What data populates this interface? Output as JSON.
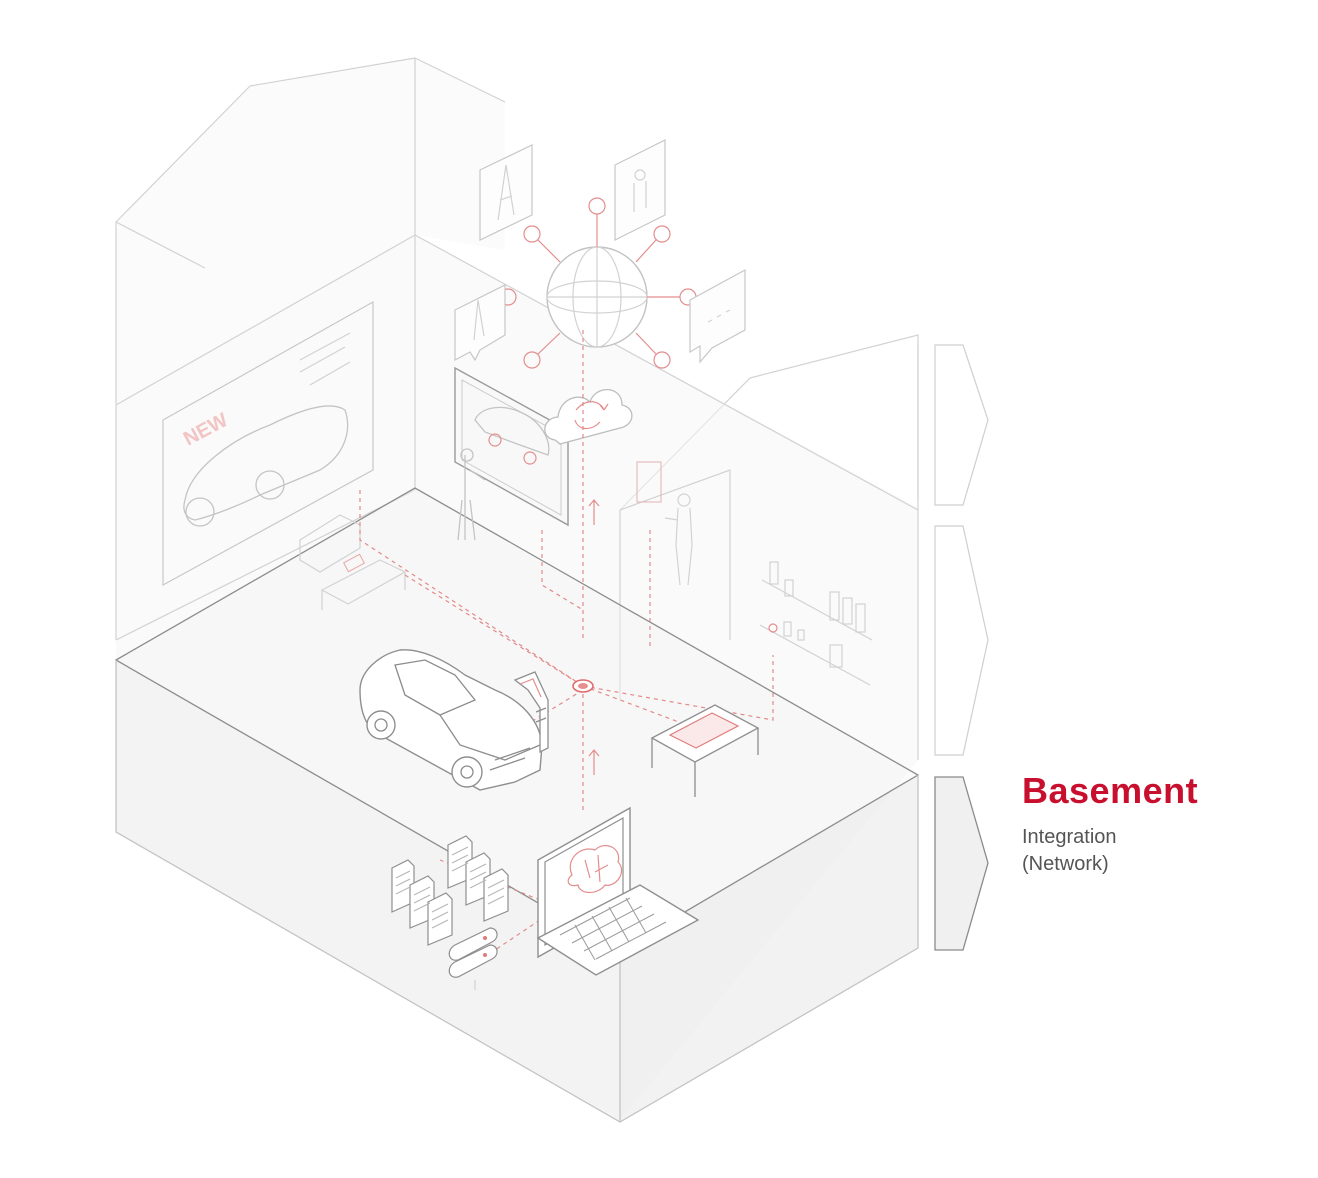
{
  "label": {
    "title": "Basement",
    "subtitle": "Integration\n(Network)"
  },
  "colors": {
    "accent": "#c8102e",
    "structure": "#cfcfcf",
    "connection": "#e48d8d",
    "active_panel_fill": "#f0f0f0"
  },
  "levels": [
    {
      "id": "upper",
      "active": false
    },
    {
      "id": "ground",
      "active": false
    },
    {
      "id": "basement",
      "active": true
    }
  ],
  "icons": [
    "eiffel-tower-icon",
    "person-silhouette-icon",
    "globe-icon",
    "cloud-sync-icon",
    "chat-bubble-icon",
    "car-billboard-icon",
    "interactive-display-icon",
    "suv-icon",
    "kiosk-icon",
    "table-display-icon",
    "product-shelves-icon",
    "laptop-brain-icon",
    "documents-icon",
    "server-icon",
    "network-hub-icon"
  ],
  "billboard_text": "NEW"
}
